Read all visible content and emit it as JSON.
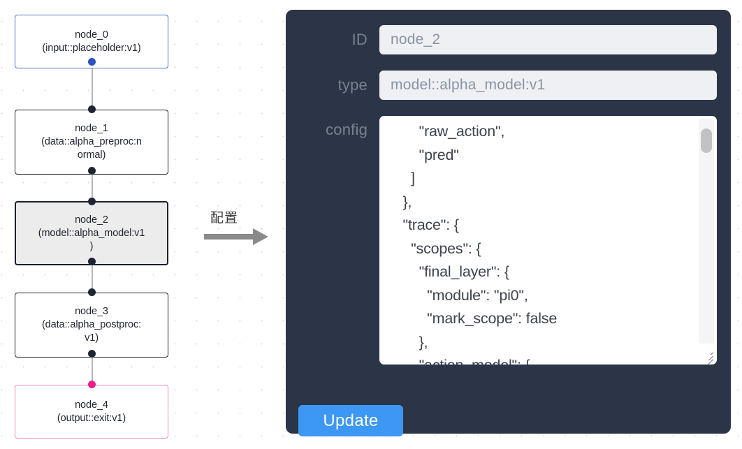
{
  "graph": {
    "nodes": [
      {
        "id": "node_0",
        "type": "(input::placeholder:v1)",
        "accent": "#4a72c4",
        "selected": false
      },
      {
        "id": "node_1",
        "type": "(data::alpha_preproc:n",
        "type2": "ormal)",
        "accent": "#1a202c",
        "selected": false
      },
      {
        "id": "node_2",
        "type": "(model::alpha_model:v1",
        "type2": ")",
        "accent": "#1a202c",
        "selected": true
      },
      {
        "id": "node_3",
        "type": "(data::alpha_postproc:",
        "type2": "v1)",
        "accent": "#1a202c",
        "selected": false
      },
      {
        "id": "node_4",
        "type": "(output::exit:v1)",
        "accent": "#e98ab8",
        "selected": false
      }
    ]
  },
  "transition": {
    "label": "配置",
    "arrow_color": "#8a8a8a"
  },
  "panel": {
    "background": "#2c3547",
    "fields": {
      "id_label": "ID",
      "id_value": "node_2",
      "type_label": "type",
      "type_value": "model::alpha_model:v1",
      "config_label": "config",
      "config_value": "      \"raw_action\",\n      \"pred\"\n    ]\n  },\n  \"trace\": {\n    \"scopes\": {\n      \"final_layer\": {\n        \"module\": \"pi0\",\n        \"mark_scope\": false\n      },\n      \"action_model\": {"
    },
    "update_label": "Update",
    "update_color": "#3d97f5"
  }
}
